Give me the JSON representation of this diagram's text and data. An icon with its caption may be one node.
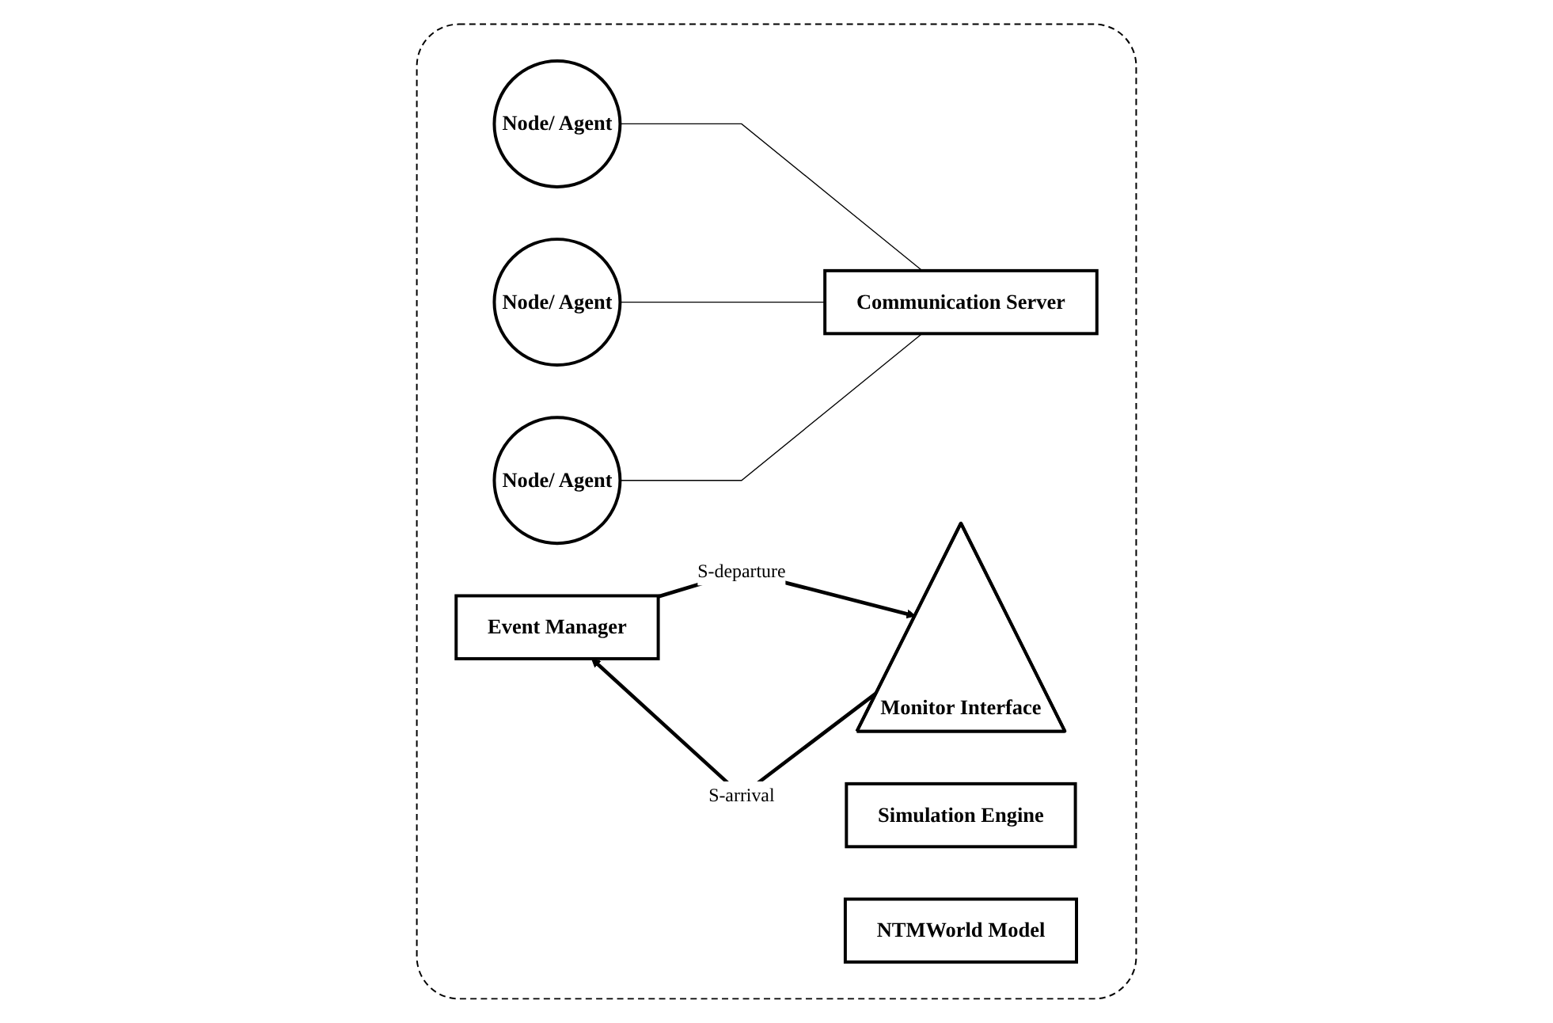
{
  "diagram": {
    "nodes": [
      {
        "text": [],
        "shape": "box"
      },
      {
        "text": [
          "Node/ Agent"
        ],
        "in": 0
      },
      {
        "text": [
          "Node/ Agent"
        ],
        "in": 0
      },
      {
        "text": [
          "Node/ Agent"
        ],
        "in": 0
      },
      {
        "text": [
          "Communication Server"
        ],
        "in": 0
      },
      {
        "text": [
          "Simulation Engine"
        ],
        "in": 0
      },
      {
        "text": [
          "NTMWorld Model"
        ],
        "in": 0
      },
      {
        "text": [
          "Monitor Interface"
        ],
        "in": 0
      },
      {
        "text": [
          "Event Manager"
        ],
        "in": 0
      }
    ],
    "edges": [
      {
        "from": 1,
        "to": 4,
        "arrow": "none"
      },
      {
        "from": 2,
        "to": 4,
        "arrow": "none"
      },
      {
        "from": 3,
        "to": 4,
        "arrow": "none"
      },
      {
        "from": 8,
        "to": 7,
        "arrow": "to",
        "label": "S-departure",
        "style": "thick"
      },
      {
        "from": 7,
        "to": 8,
        "arrow": "to",
        "label": "S-arrival",
        "style": "thick"
      }
    ]
  }
}
